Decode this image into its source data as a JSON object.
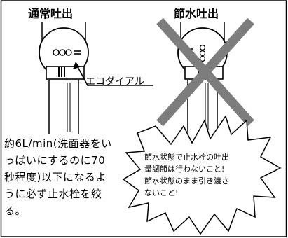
{
  "titles": {
    "normal_discharge": "通常吐出",
    "water_saving_discharge": "節水吐出"
  },
  "labels": {
    "eco_dial": "エコダイアル"
  },
  "notes": {
    "flow_instruction": "約6L/min(洗面器をいっぱいにするのに70秒程度)以下になるように必ず止水栓を絞る。",
    "warning_lines": [
      "節水状態で止水栓の吐出",
      "量調節は行わないこと!",
      "節水状態のまま引き渡さ",
      "ないこと!"
    ]
  },
  "colors": {
    "line": "#000000",
    "cross": "#7d7d7d",
    "background": "#ffffff"
  },
  "icons": {
    "cross_mark": "x-mark",
    "burst_shape": "starburst-callout"
  }
}
